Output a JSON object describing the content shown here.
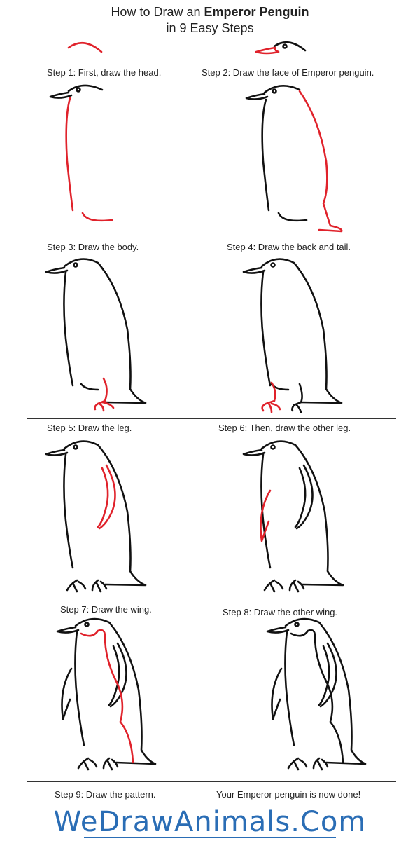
{
  "header": {
    "title_prefix": "How to Draw an",
    "title_emphasis": "Emperor Penguin",
    "title_line2": "in 9 Easy Steps"
  },
  "steps": [
    "Step 1: First, draw the head.",
    "Step 2: Draw the face of Emperor penguin.",
    "Step 3: Draw the body.",
    "Step 4: Draw the back and tail.",
    "Step 5: Draw the leg.",
    "Step 6: Then, draw the other leg.",
    "Step 7: Draw the wing.",
    "Step 8: Draw the other wing.",
    "Step 9: Draw the pattern.",
    "Your Emperor penguin is now done!"
  ],
  "footer": {
    "brand": "WeDrawAnimals.Com"
  },
  "colors": {
    "new_stroke": "#e0222b",
    "old_stroke": "#111111",
    "brand": "#2a6db5"
  }
}
